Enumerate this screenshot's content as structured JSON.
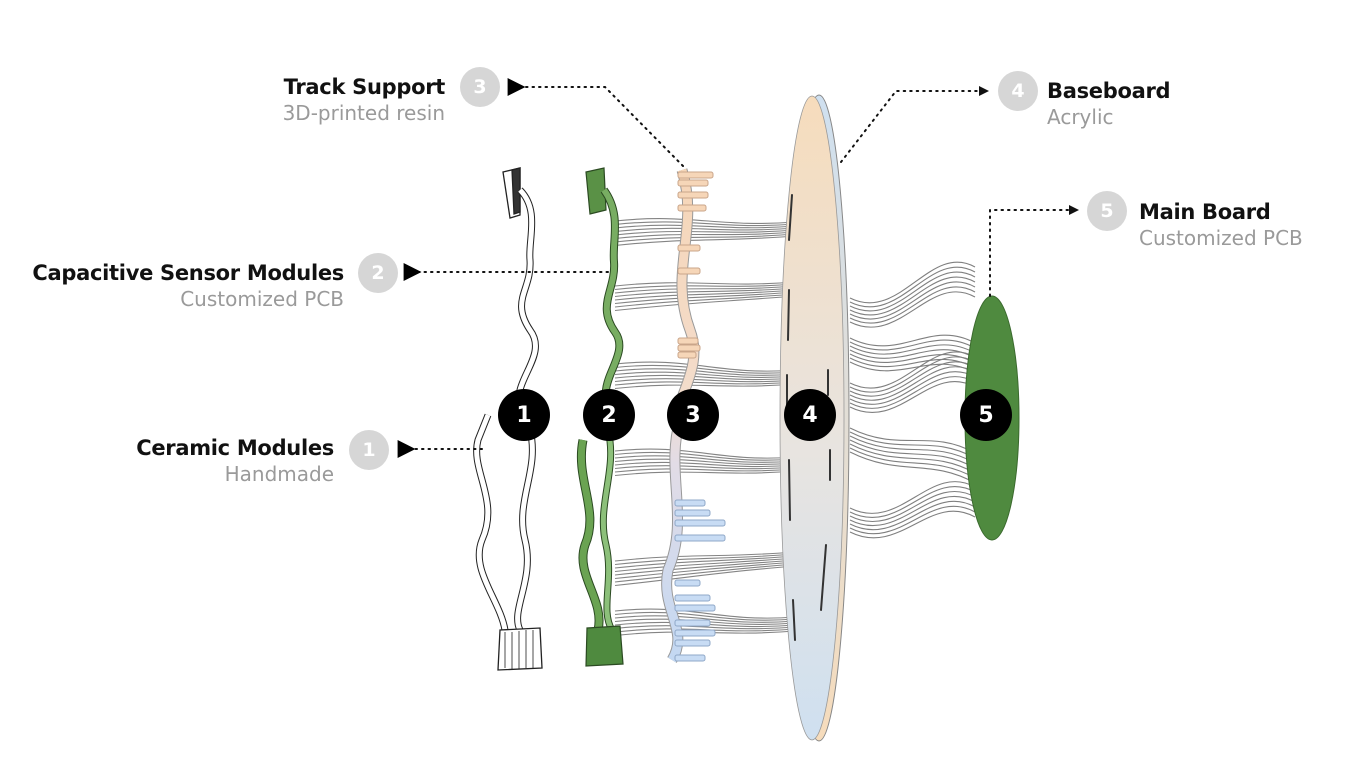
{
  "figure": {
    "type": "exploded-view",
    "components": [
      {
        "number": "1",
        "name": "Ceramic Modules",
        "material": "Handmade"
      },
      {
        "number": "2",
        "name": "Capacitive Sensor Modules",
        "material": "Customized PCB"
      },
      {
        "number": "3",
        "name": "Track Support",
        "material": "3D-printed resin"
      },
      {
        "number": "4",
        "name": "Baseboard",
        "material": "Acrylic"
      },
      {
        "number": "5",
        "name": "Main Board",
        "material": "Customized PCB"
      }
    ],
    "colors": {
      "ceramic": "#ffffff",
      "sensor_green": "#5a9146",
      "track_peach": "#f6d6b8",
      "track_blue": "#c8dcf4",
      "baseboard_top": "#f6dcbc",
      "baseboard_bottom": "#cfe0f0",
      "mainboard_green": "#4f8a3f",
      "badge_gray": "#d6d6d6",
      "badge_black": "#000000"
    }
  }
}
